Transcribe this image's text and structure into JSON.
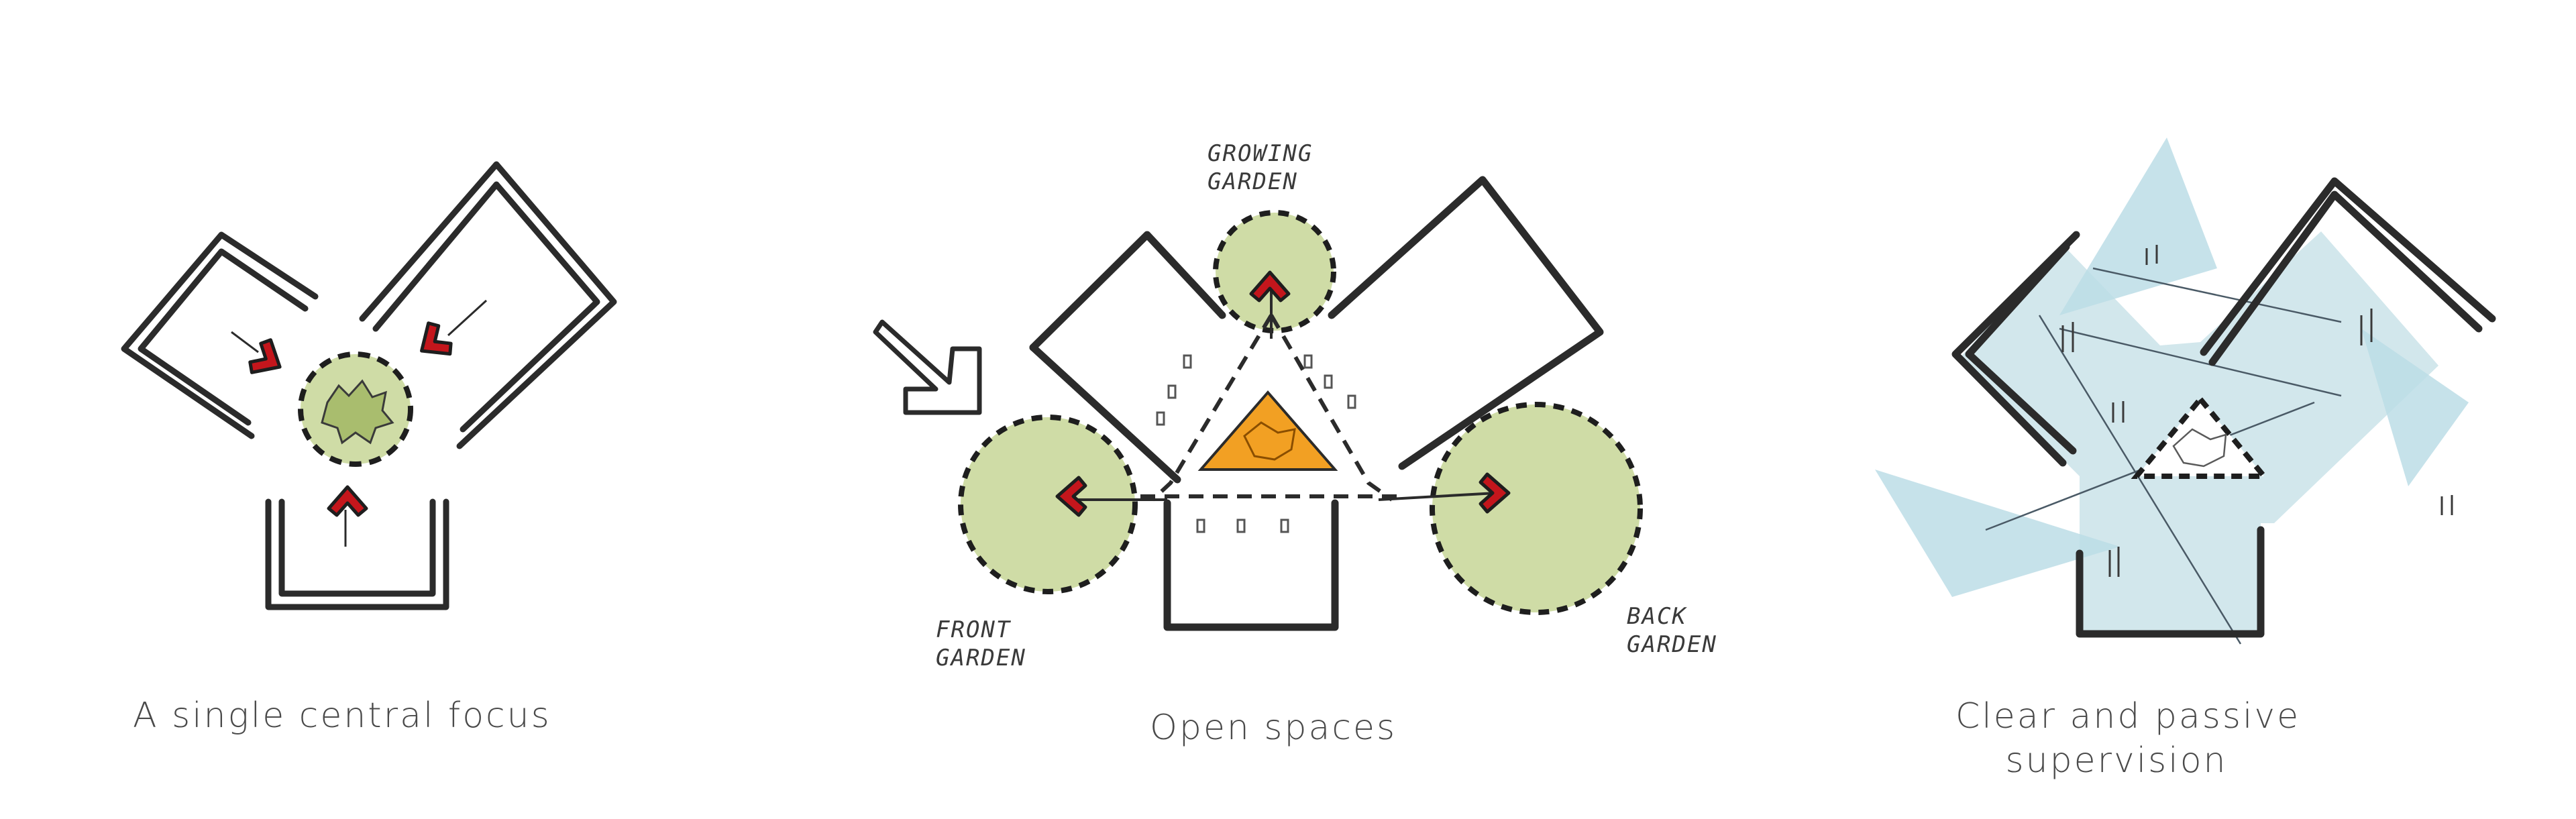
{
  "panels": [
    {
      "id": "central-focus",
      "caption": "A single central focus",
      "labels": []
    },
    {
      "id": "open-spaces",
      "caption": "Open spaces",
      "labels": {
        "growing_garden_1": "GROWING",
        "growing_garden_2": "GARDEN",
        "front_garden_1": "FRONT",
        "front_garden_2": "GARDEN",
        "back_garden_1": "BACK",
        "back_garden_2": "GARDEN"
      }
    },
    {
      "id": "supervision",
      "caption_lines": [
        "Clear and passive",
        "supervision"
      ]
    }
  ],
  "colors": {
    "ink": "#2b2b2b",
    "garden_green": "#cfdca6",
    "focus_green": "#a9bd6e",
    "arrow_red": "#c4161c",
    "triangle_orange": "#f2a023",
    "supervision_blue": "#bcdde6"
  },
  "icons": {
    "arrow": "chevron-arrow-icon",
    "tree": "tree-icon",
    "person": "person-icon"
  }
}
